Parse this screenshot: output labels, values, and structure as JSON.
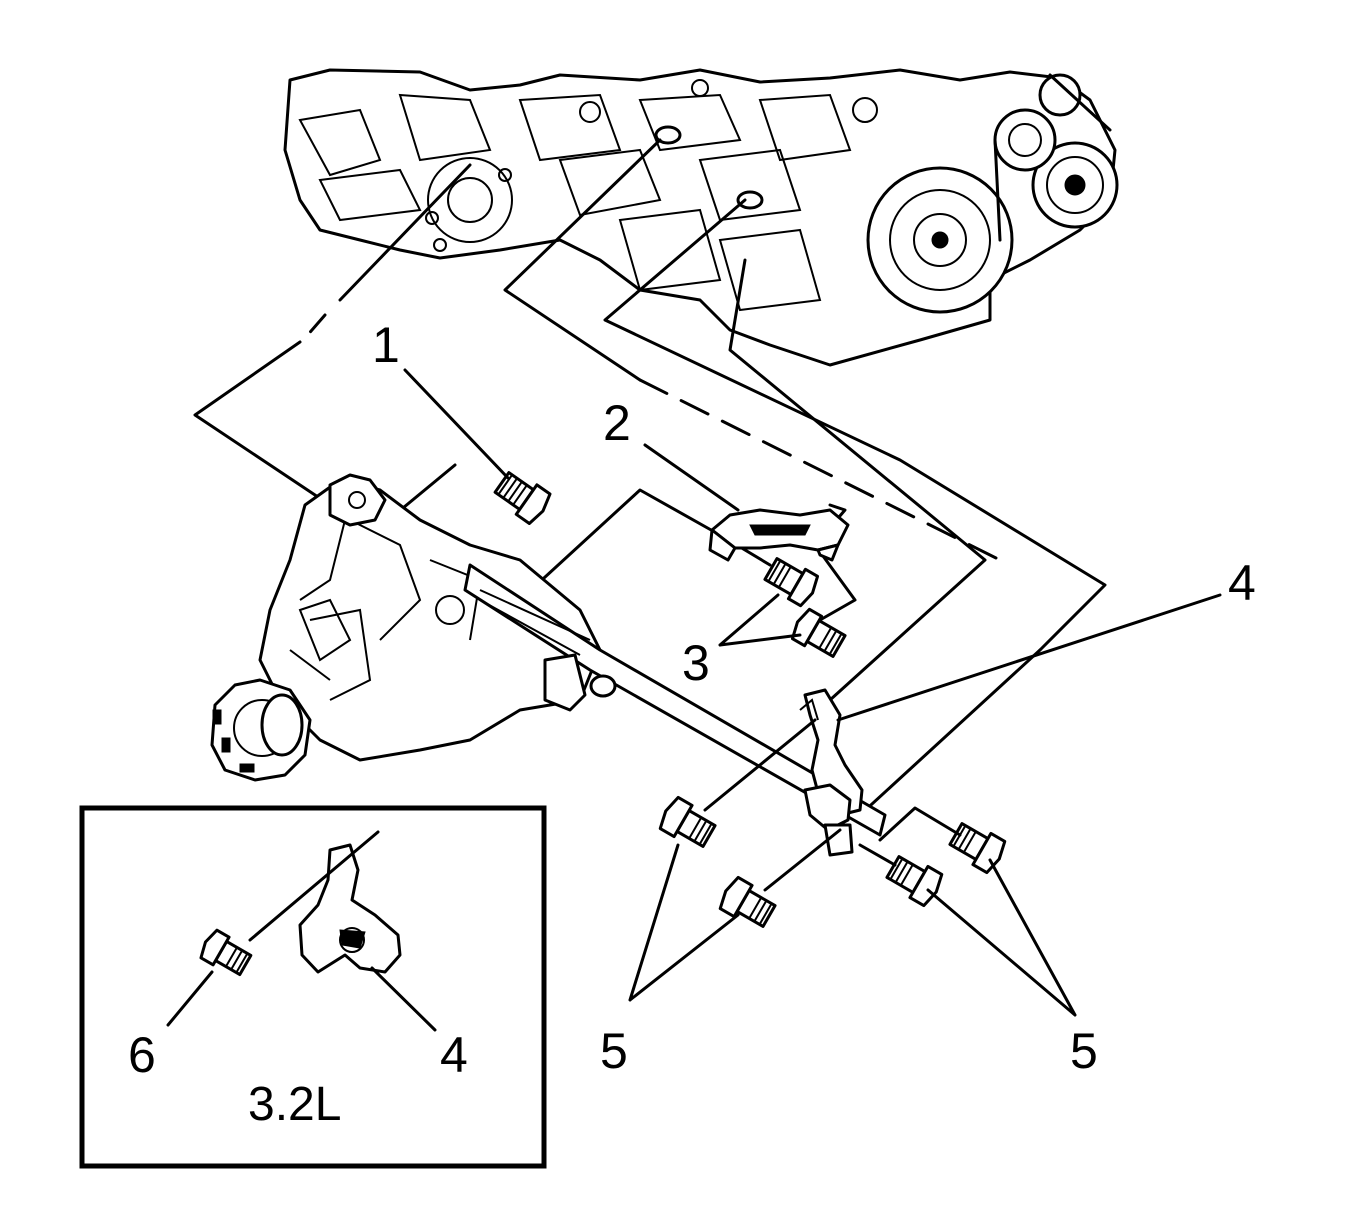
{
  "callouts": {
    "c1": "1",
    "c2": "2",
    "c3": "3",
    "c4a": "4",
    "c5a": "5",
    "c5b": "5",
    "c6": "6",
    "c4b": "4"
  },
  "inset": {
    "caption": "3.2L"
  }
}
